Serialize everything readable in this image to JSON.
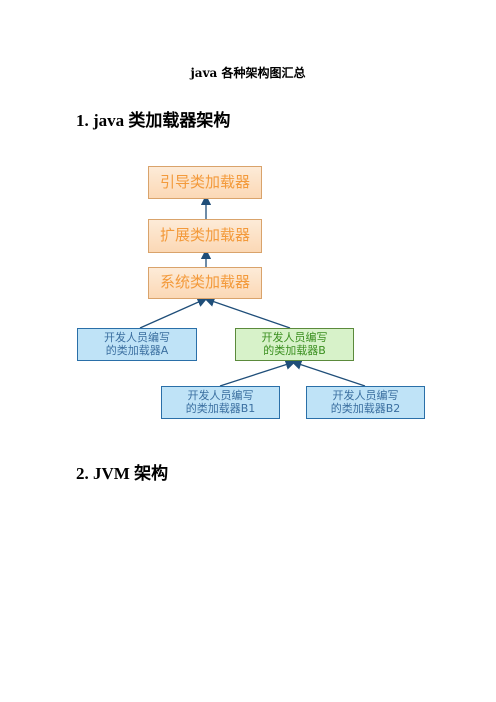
{
  "doc": {
    "title": "java 各种架构图汇总"
  },
  "sections": [
    {
      "heading": "1. java 类加载器架构"
    },
    {
      "heading": "2. JVM 架构"
    }
  ],
  "diagram": {
    "boxes": {
      "bootstrap": "引导类加载器",
      "extension": "扩展类加载器",
      "system": "系统类加载器",
      "custom_a": "开发人员编写\n的类加载器A",
      "custom_b": "开发人员编写\n的类加载器B",
      "custom_b1": "开发人员编写\n的类加载器B1",
      "custom_b2": "开发人员编写\n的类加载器B2"
    },
    "colors": {
      "orange_text": "#f39a3b",
      "blue_fill": "#bfe3f7",
      "green_fill": "#d7f2c9",
      "arrow": "#1f4e79"
    }
  }
}
